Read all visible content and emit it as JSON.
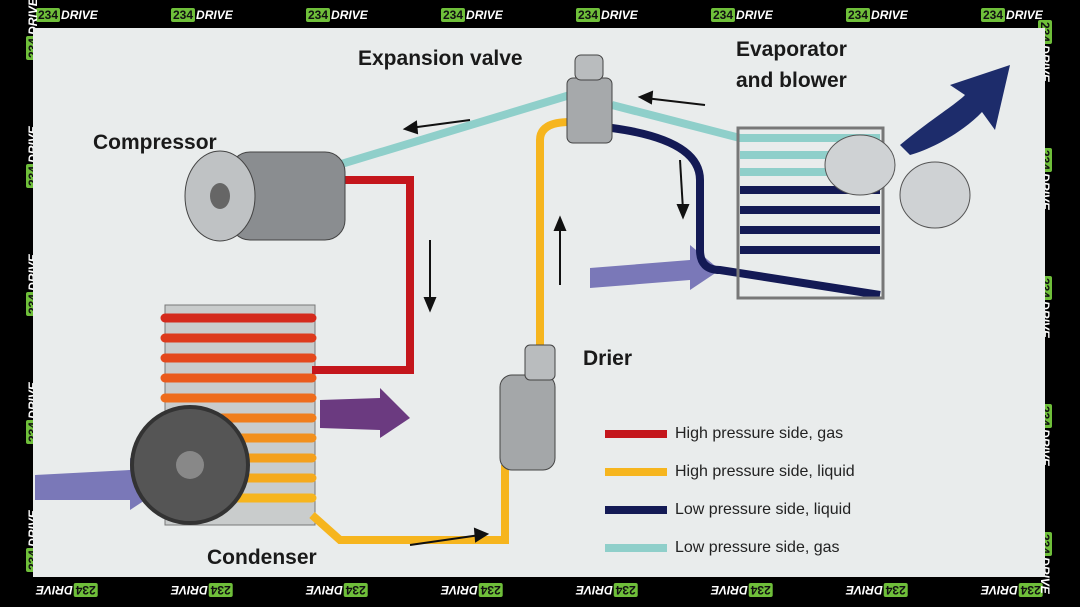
{
  "watermark": {
    "num": "234",
    "word": "DRIVE"
  },
  "labels": {
    "expansion_valve": "Expansion valve",
    "evaporator_line1": "Evaporator",
    "evaporator_line2": "and blower",
    "compressor": "Compressor",
    "drier": "Drier",
    "condenser": "Condenser"
  },
  "legend": [
    {
      "label": "High pressure side, gas",
      "color": "#c4161c"
    },
    {
      "label": "High pressure side, liquid",
      "color": "#f6b51e"
    },
    {
      "label": "Low pressure side, liquid",
      "color": "#141a55"
    },
    {
      "label": "Low pressure side, gas",
      "color": "#8fcfca"
    }
  ]
}
